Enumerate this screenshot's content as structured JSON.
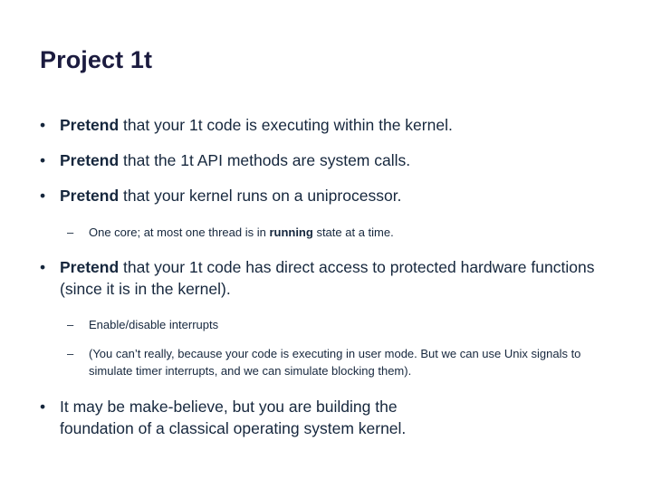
{
  "slide": {
    "title": "Project 1t",
    "title_color": "#1b1b3f",
    "body_color": "#16273d",
    "background_color": "#ffffff",
    "bullet_marker": "•",
    "sub_bullet_marker": "–",
    "bullets": [
      {
        "level": 1,
        "lead": "Pretend",
        "rest": " that your 1t code is executing within the kernel."
      },
      {
        "level": 1,
        "lead": "Pretend",
        "rest": " that the 1t API methods are system calls."
      },
      {
        "level": 1,
        "lead": "Pretend",
        "rest": " that your kernel runs on a uniprocessor."
      },
      {
        "level": 2,
        "pre": "One core; at most one thread is in ",
        "emphasis": "running",
        "post": " state at a time."
      },
      {
        "level": 1,
        "lead": "Pretend",
        "rest": " that your 1t code has direct access to protected hardware functions (since it is in the kernel)."
      },
      {
        "level": 2,
        "text": "Enable/disable interrupts"
      },
      {
        "level": 2,
        "text": "(You can’t really, because your code is executing in user mode. But we can use Unix signals to simulate timer interrupts, and we can simulate blocking them)."
      },
      {
        "level": 1,
        "text": "It may be make-believe, but you are building the foundation of a classical operating system kernel."
      }
    ]
  }
}
